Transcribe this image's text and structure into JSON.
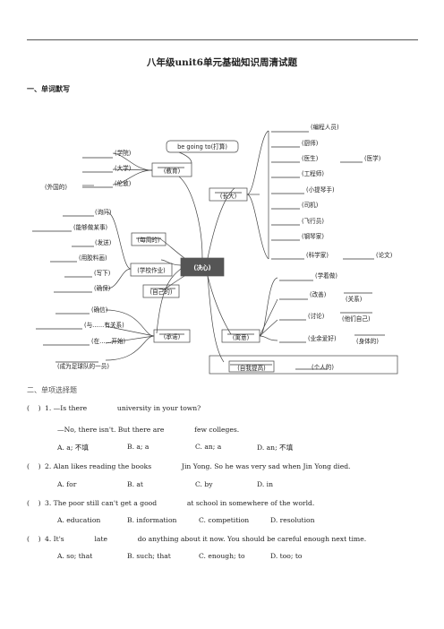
{
  "title": "八年级unit6单元基础知识周清试题",
  "section1": "一、单词默写",
  "section2": "二、单项选择题",
  "mindmap": {
    "center": "(决心)",
    "branches": {
      "education": "(教育)",
      "grow_up": "(长大)",
      "meaning": "(寓意)",
      "promise": "(承诺)",
      "improve": "(自我提高)",
      "schoolwork": "(学校作业)",
      "weekly": "(每周的)",
      "own": "(自己的)",
      "going_to": "be going to(打算)",
      "personal": "(个人的)"
    },
    "left_top": [
      "(学院)",
      "(大学)",
      "(伦敦)",
      "(外国的)"
    ],
    "left_mid": [
      "(询问)",
      "(能够做某事)",
      "(发送)",
      "(用胶料画)",
      "(写下)",
      "(确保)"
    ],
    "left_bottom": [
      "(确信)",
      "(与……有关系)",
      "(在……开始)",
      "(成为足球队的一员)"
    ],
    "right_top": [
      "(编程人员)",
      "(厨师)",
      "(医生)",
      "(医学)",
      "(工程师)",
      "(小提琴手)",
      "(司机)",
      "(飞行员)",
      "(钢琴家)",
      "(科学家)",
      "(论文)"
    ],
    "right_mid": [
      "(学着做)",
      "(改善)",
      "(关系)",
      "(讨论)",
      "(他们自己)",
      "(业余爱好)",
      "(身体的)"
    ]
  },
  "questions": [
    {
      "no": "1",
      "lines": [
        "—Is there              university in your town?",
        "—No, there isn't. But there are              few colleges."
      ],
      "options": [
        "A. a; 不填",
        "B. a; a",
        "C. an; a",
        "D. an; 不填"
      ]
    },
    {
      "no": "2",
      "lines": [
        "Alan likes reading the books              Jin Yong. So he was very sad when Jin Yong died."
      ],
      "options": [
        "A. for",
        "B. at",
        "C. by",
        "D. in"
      ]
    },
    {
      "no": "3",
      "lines": [
        "The poor still can't get a good              at school in somewhere of the world."
      ],
      "options": [
        "A. education",
        "B. information",
        "C. competition",
        "D. resolution"
      ]
    },
    {
      "no": "4",
      "lines": [
        "It's              late              do anything about it now. You should be careful enough next time."
      ],
      "options": [
        "A. so; that",
        "B. such; that",
        "C. enough; to",
        "D. too; to"
      ]
    }
  ]
}
